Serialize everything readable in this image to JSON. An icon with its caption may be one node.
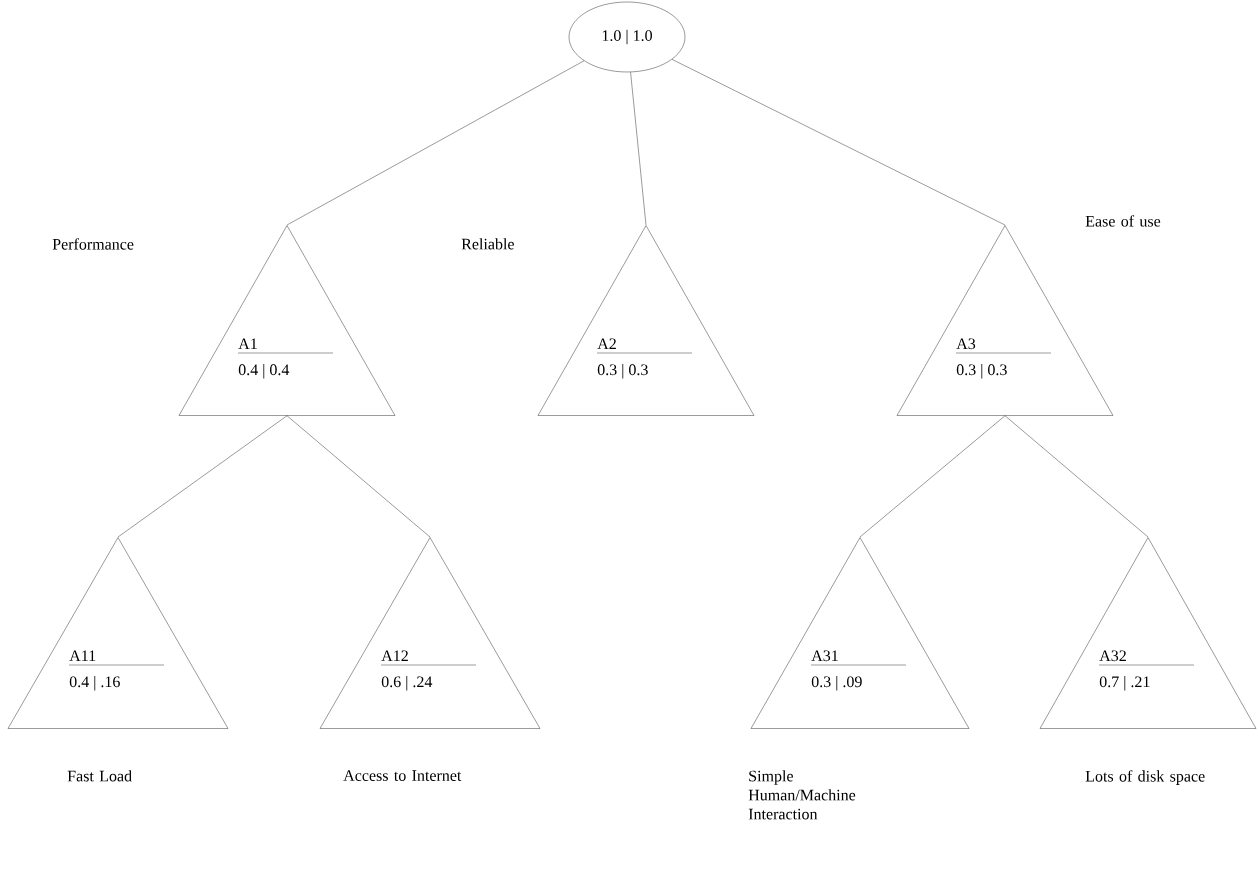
{
  "diagram": {
    "nodes": [
      {
        "text": [
          "1.0 | 1.0"
        ]
      },
      {
        "text": [
          "A1",
          "0.4 | 0.4"
        ],
        "beside": [
          "Performance"
        ]
      },
      {
        "text": [
          "A2",
          "0.3 | 0.3"
        ],
        "beside": [
          "Reliable"
        ]
      },
      {
        "text": [
          "A3",
          "0.3 | 0.3"
        ],
        "beside": [
          "Ease of use"
        ]
      },
      {
        "text": [
          "A11",
          "0.4 | .16"
        ],
        "beside": [
          "Fast Load"
        ]
      },
      {
        "text": [
          "A12",
          "0.6 | .24"
        ],
        "beside": [
          "Access to Internet"
        ]
      },
      {
        "text": [
          "A31",
          "0.3 | .09"
        ],
        "beside": [
          "Simple Human/Machine Interaction"
        ]
      },
      {
        "text": [
          "A32",
          "0.7 | .21"
        ],
        "beside": [
          "Lots of disk space"
        ]
      }
    ],
    "edges": [
      {
        "from": 0,
        "to": 1,
        "arrow": "none"
      },
      {
        "from": 0,
        "to": 2,
        "arrow": "none"
      },
      {
        "from": 0,
        "to": 3,
        "arrow": "none"
      },
      {
        "from": 1,
        "to": 4,
        "arrow": "none"
      },
      {
        "from": 1,
        "to": 5,
        "arrow": "none"
      },
      {
        "from": 3,
        "to": 6,
        "arrow": "none"
      },
      {
        "from": 3,
        "to": 7,
        "arrow": "none"
      }
    ]
  }
}
